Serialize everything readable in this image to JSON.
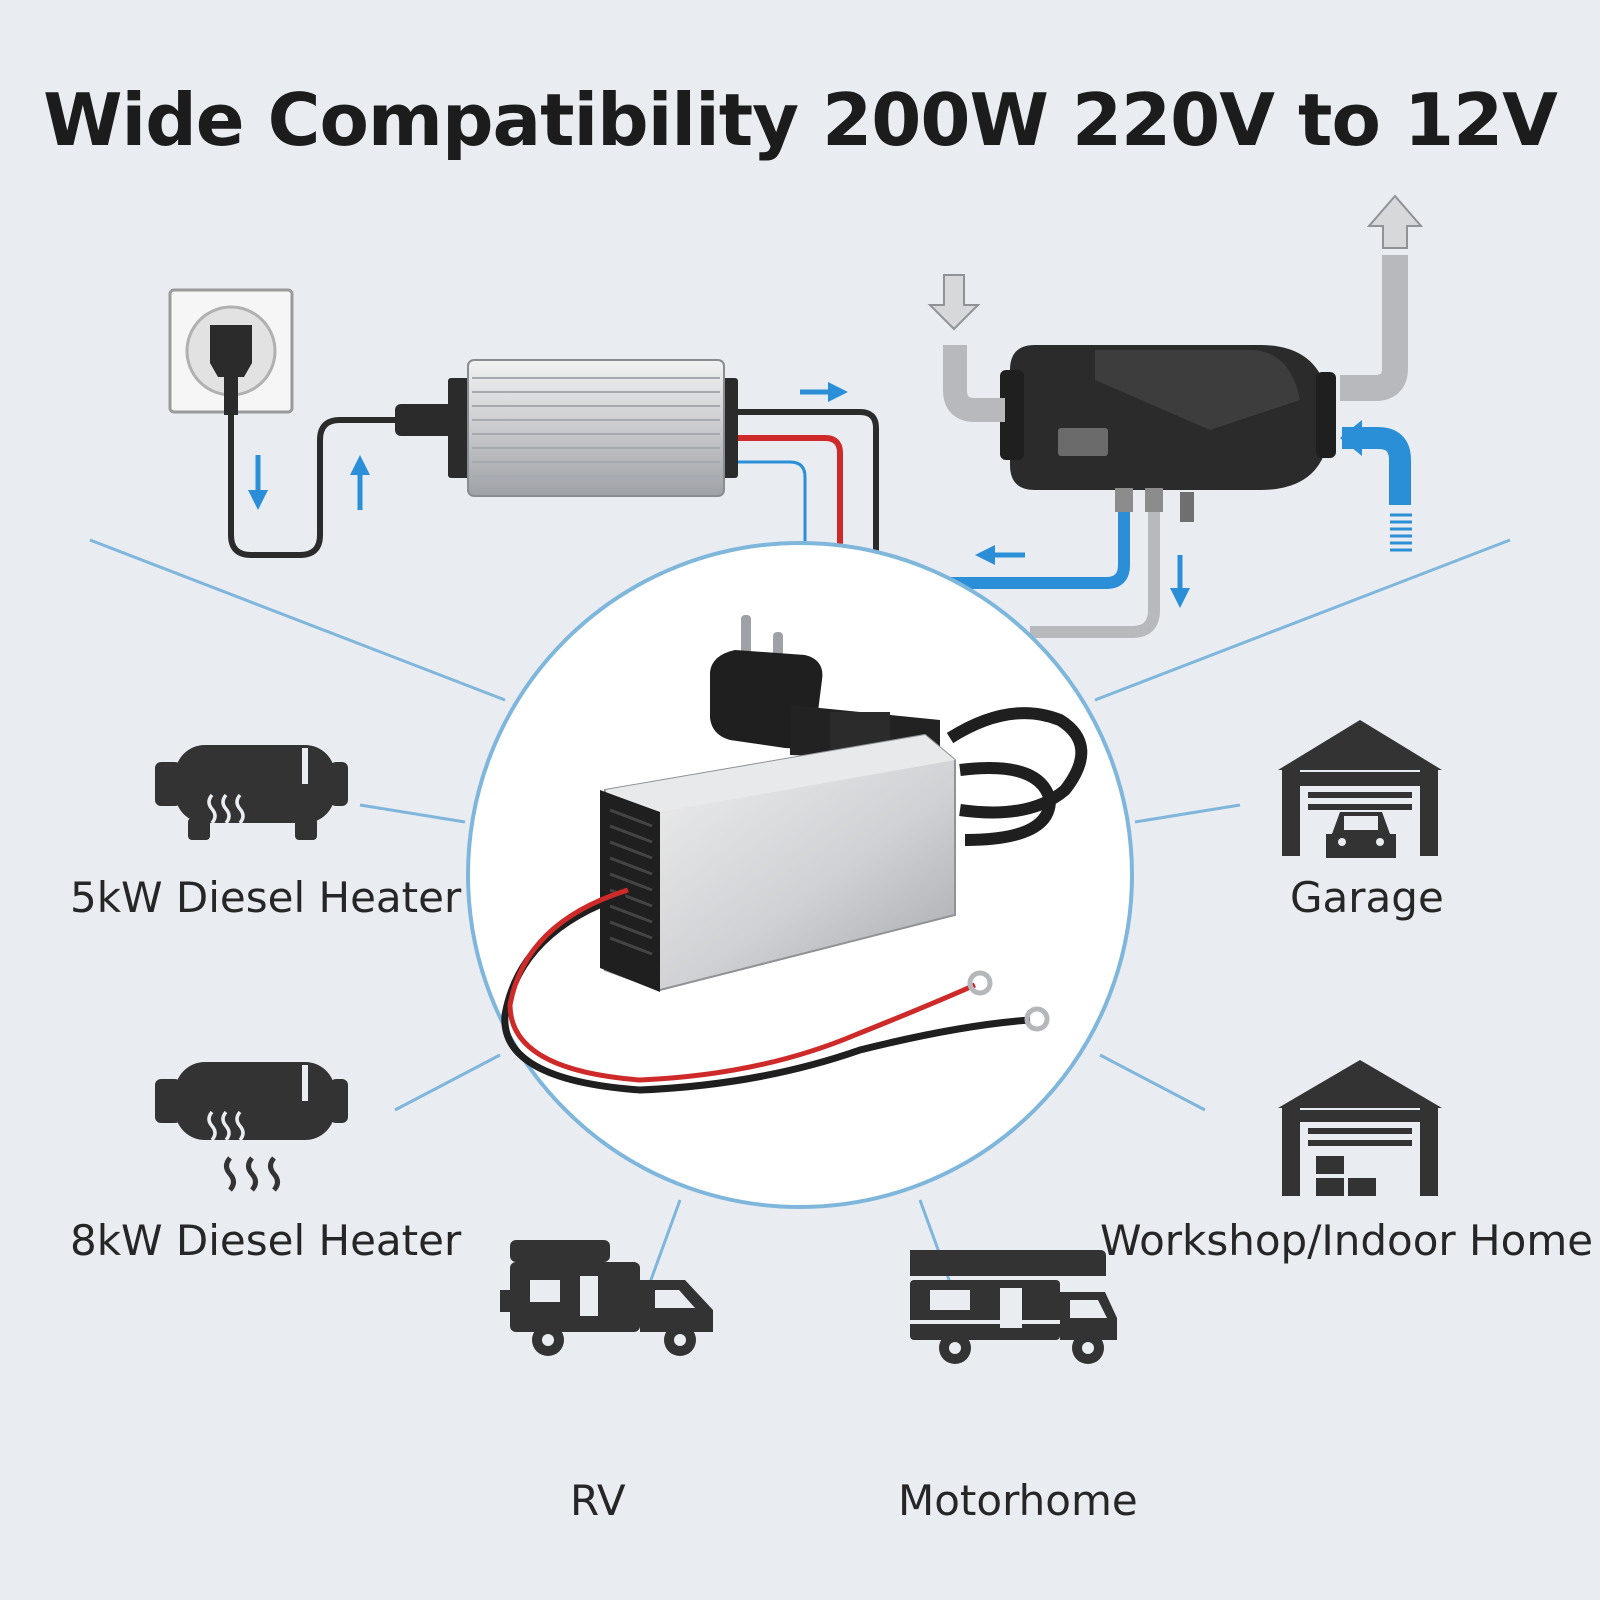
{
  "title": "Wide Compatibility 200W 220V to 12V",
  "applications": {
    "heater_5kw": "5kW Diesel Heater",
    "heater_8kw": "8kW Diesel Heater",
    "garage": "Garage",
    "workshop": "Workshop/Indoor Home",
    "rv": "RV",
    "motorhome": "Motorhome"
  },
  "colors": {
    "background": "#e9ecf1",
    "accent_blue": "#2a8fd6",
    "icon_dark": "#333333",
    "cable_red": "#d32a2a"
  }
}
